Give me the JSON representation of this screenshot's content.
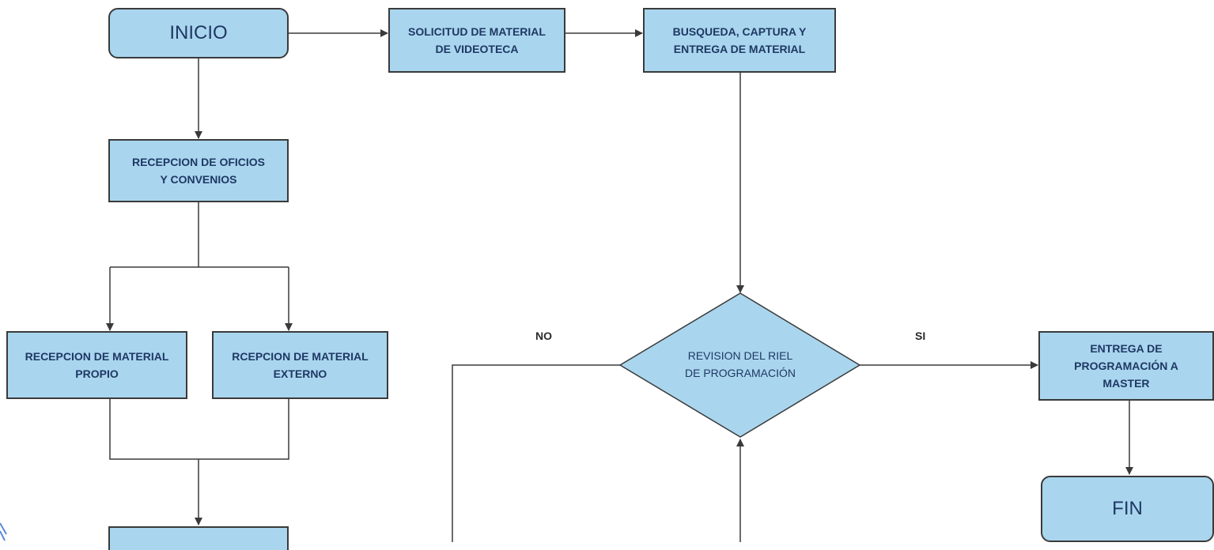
{
  "nodes": {
    "inicio": "INICIO",
    "solicitud": "SOLICITUD DE MATERIAL\nDE VIDEOTECA",
    "busqueda": "BUSQUEDA, CAPTURA Y\nENTREGA DE MATERIAL",
    "recepcion_oficios": "RECEPCION DE OFICIOS\nY CONVENIOS",
    "recepcion_propio": "RECEPCION DE MATERIAL\nPROPIO",
    "recepcion_externo": "RCEPCION DE MATERIAL\nEXTERNO",
    "revision": "REVISION DEL RIEL\nDE PROGRAMACIÓN",
    "entrega_master": "ENTREGA DE\nPROGRAMACIÓN A\nMASTER",
    "fin": "FIN",
    "bottom_box": ""
  },
  "edge_labels": {
    "no": "NO",
    "si": "SI"
  },
  "colors": {
    "box_fill": "#a9d6ee",
    "border": "#3a3a3a",
    "text": "#1f3864"
  }
}
